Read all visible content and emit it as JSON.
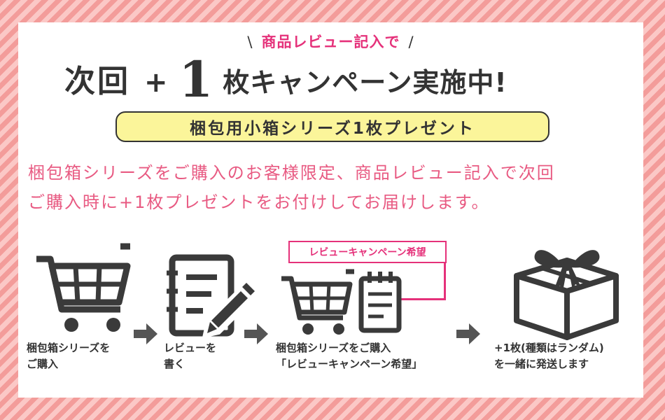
{
  "sub_header": {
    "left_mark": "\\",
    "text": "商品レビュー記入で",
    "right_mark": "/"
  },
  "headline": {
    "part1": "次回",
    "plus": "+",
    "number": "1",
    "part2": "枚キャンペーン実施中!"
  },
  "pill": {
    "text": "梱包用小箱シリーズ1枚プレゼント"
  },
  "description": {
    "line1": "梱包箱シリーズをご購入のお客様限定、商品レビュー記入で次回",
    "line2": "ご購入時に+1枚プレゼントをお付けしてお届けします。"
  },
  "steps": [
    {
      "icon": "shopping-cart-icon",
      "line1": "梱包箱シリーズを",
      "line2": "ご購入"
    },
    {
      "icon": "notepad-pencil-icon",
      "line1": "レビューを",
      "line2": "書く"
    },
    {
      "icon": "cart-memo-icon",
      "line1": "梱包箱シリーズをご購入",
      "line2": "「レビューキャンペーン希望」"
    },
    {
      "icon": "gift-box-icon",
      "line1": "+1枚(種類はランダム)",
      "line2": "を一緒に発送します"
    }
  ],
  "badge": {
    "text": "レビューキャンペーン希望"
  },
  "colors": {
    "accent_pink": "#e5317a",
    "description_pink": "#e85a82",
    "pill_yellow": "#fbf59a",
    "icon_gray": "#3a3a3a",
    "arrow_gray": "#555555",
    "stripe_pink": "#f39c9a"
  }
}
